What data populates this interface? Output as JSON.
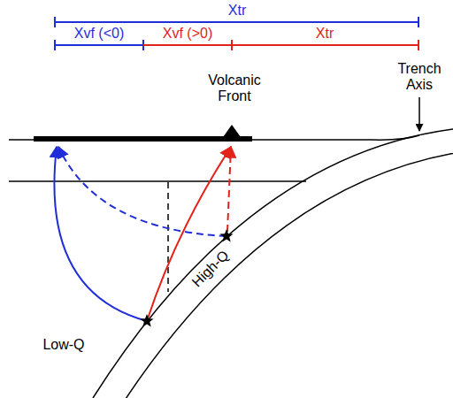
{
  "diagram": {
    "labels": [
      "Xtr",
      "Xvf (<0)",
      "Xvf (>0)",
      "Xtr",
      "Volcanic Front",
      "Trench Axis",
      "Low-Q",
      "High-Q"
    ]
  }
}
